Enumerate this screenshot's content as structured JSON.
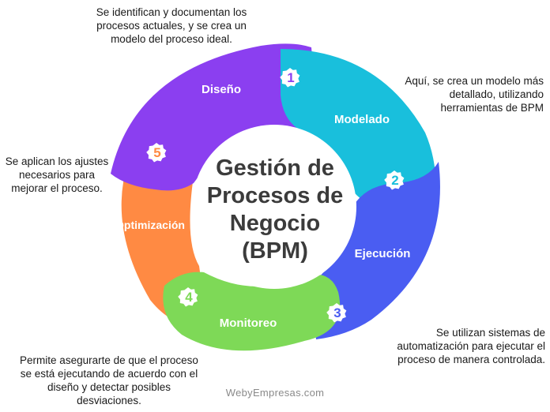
{
  "title_lines": [
    "Gestión de",
    "Procesos de",
    "Negocio",
    "(BPM)"
  ],
  "phases": [
    {
      "number": "1",
      "label": "Diseño",
      "color": "#8b3ff0",
      "description": "Se identifican y documentan los procesos actuales, y se crea un modelo del proceso ideal."
    },
    {
      "number": "2",
      "label": "Modelado",
      "color": "#19bfdc",
      "description": "Aquí, se crea un modelo más detallado, utilizando herramientas de BPM"
    },
    {
      "number": "3",
      "label": "Ejecución",
      "color": "#4a5df2",
      "description": "Se utilizan sistemas de automatización para ejecutar el proceso de manera controlada."
    },
    {
      "number": "4",
      "label": "Monitoreo",
      "color": "#7ed957",
      "description": "Permite asegurarte de que el proceso se está ejecutando de acuerdo con el diseño y detectar posibles desviaciones."
    },
    {
      "number": "5",
      "label": "Optimización",
      "color": "#ff8a43",
      "description": "Se aplican los ajustes necesarios para mejorar el proceso."
    }
  ],
  "footer": "WebyEmpresas.com"
}
